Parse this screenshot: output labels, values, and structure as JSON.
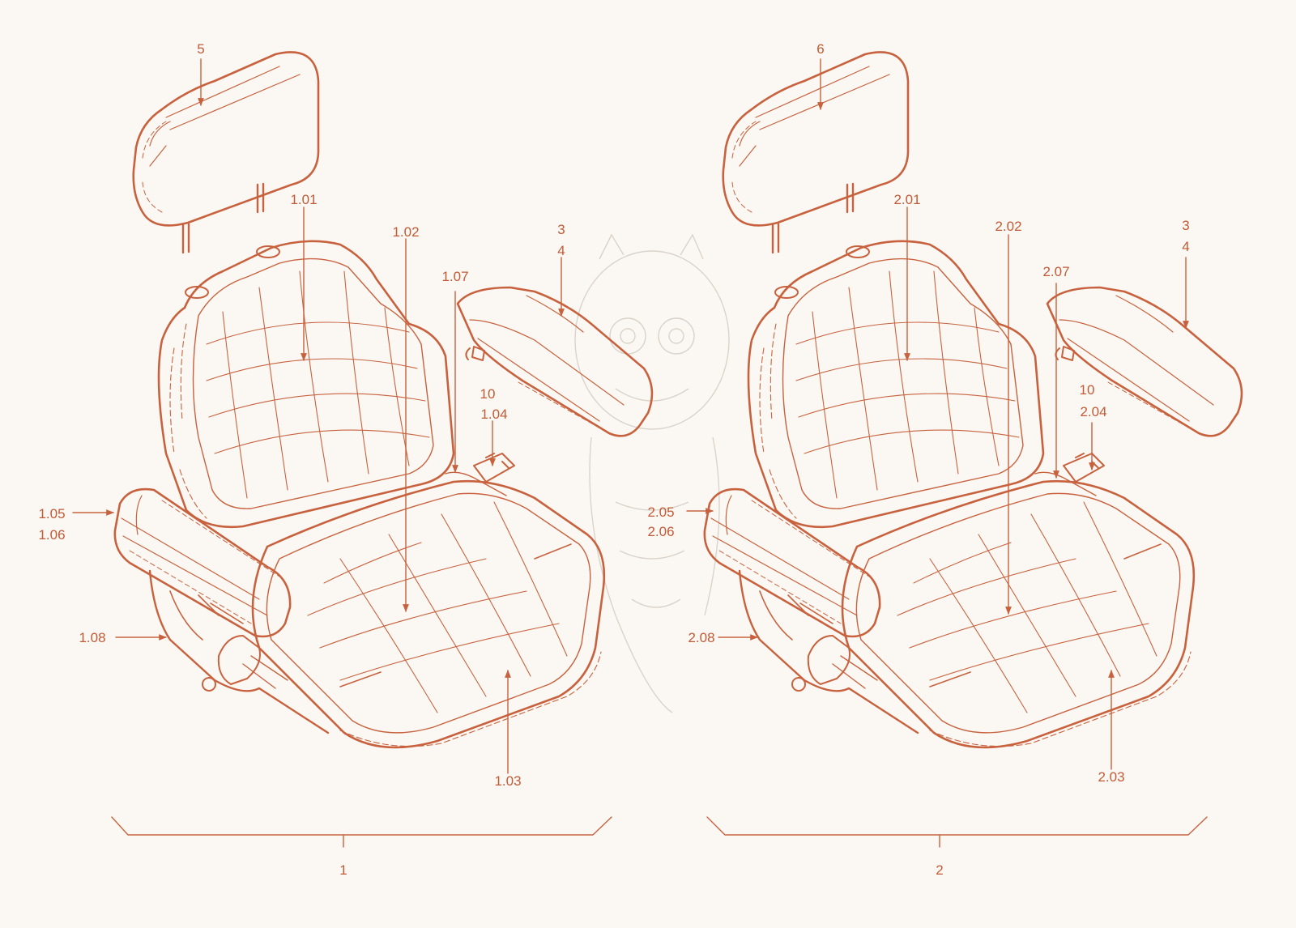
{
  "colors": {
    "line": "#c8623e",
    "text": "#c25a36",
    "background": "#fbf8f4",
    "watermark": "#d9d3cc"
  },
  "assemblies": [
    {
      "id": "1",
      "headrest_label": "5",
      "backrest_label": "1.01",
      "cushion_label": "1.02",
      "front_label": "1.03",
      "hinge_label": "1.07",
      "armrest_labels": [
        "3",
        "4"
      ],
      "buckle_labels": [
        "10",
        "1.04"
      ],
      "left_armrest_labels": [
        "1.05",
        "1.06"
      ],
      "base_label": "1.08",
      "assembly_label": "1"
    },
    {
      "id": "2",
      "headrest_label": "6",
      "backrest_label": "2.01",
      "cushion_label": "2.02",
      "front_label": "2.03",
      "hinge_label": "2.07",
      "armrest_labels": [
        "3",
        "4"
      ],
      "buckle_labels": [
        "10",
        "2.04"
      ],
      "left_armrest_labels": [
        "2.05",
        "2.06"
      ],
      "base_label": "2.08",
      "assembly_label": "2"
    }
  ]
}
